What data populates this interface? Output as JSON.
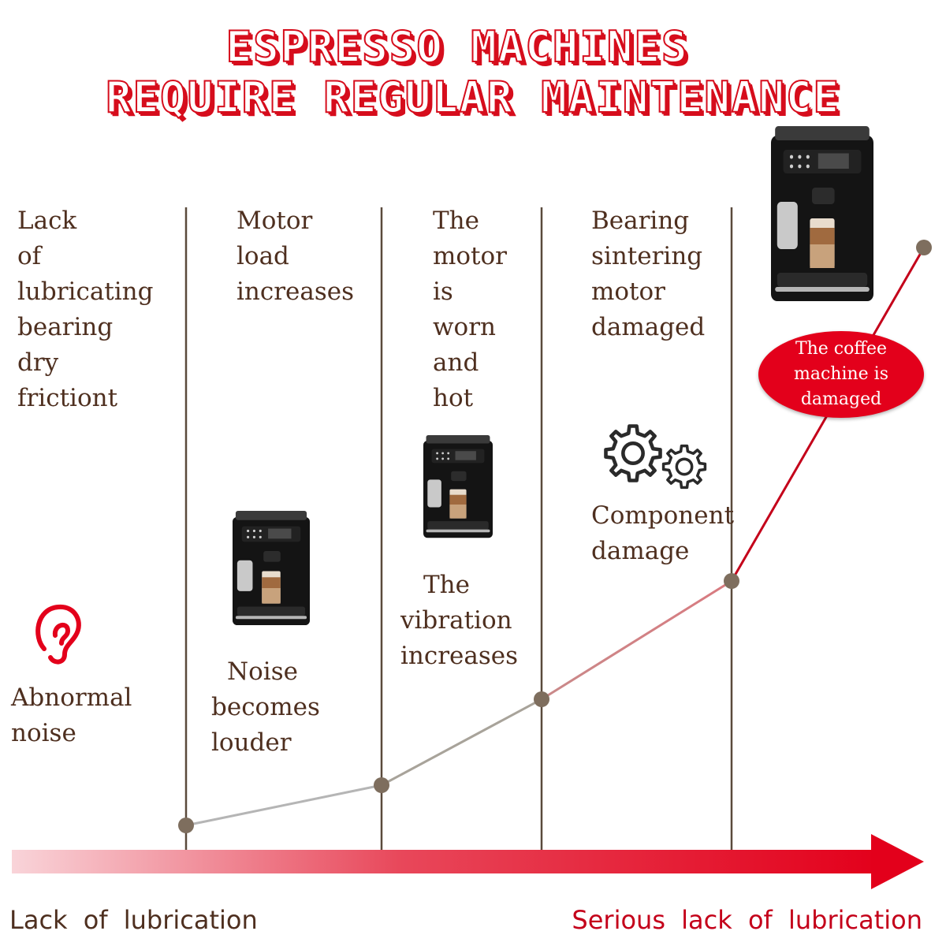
{
  "title": {
    "line1": "ESPRESSO MACHINES",
    "line2": "REQUIRE REGULAR MAINTENANCE"
  },
  "stages": [
    {
      "lines": [
        "Lack",
        "of",
        "lubricating",
        "bearing",
        "dry",
        "frictiont"
      ],
      "caption": [
        "Abnormal",
        "noise"
      ],
      "icon": "ear-icon"
    },
    {
      "lines": [
        "Motor",
        "load",
        "increases"
      ],
      "caption": [
        "Noise",
        "becomes",
        "louder"
      ],
      "icon": "espresso-machine-icon"
    },
    {
      "lines": [
        "The",
        "motor",
        "is",
        "worn",
        "and",
        "hot"
      ],
      "caption": [
        "The",
        "vibration",
        "increases"
      ],
      "icon": "espresso-machine-icon"
    },
    {
      "lines": [
        "Bearing",
        "sintering",
        "motor",
        "damaged"
      ],
      "caption": [
        "Component",
        "damage"
      ],
      "icon": "gears-icon"
    }
  ],
  "final_badge": "The coffee machine is damaged",
  "axis": {
    "start_label": "Lack of lubrication",
    "end_label": "Serious lack of lubrication"
  },
  "colors": {
    "accent_red": "#e3001b",
    "text_brown": "#4e2f1f",
    "divider": "#5a4a3c",
    "point": "#7e6e5e"
  }
}
